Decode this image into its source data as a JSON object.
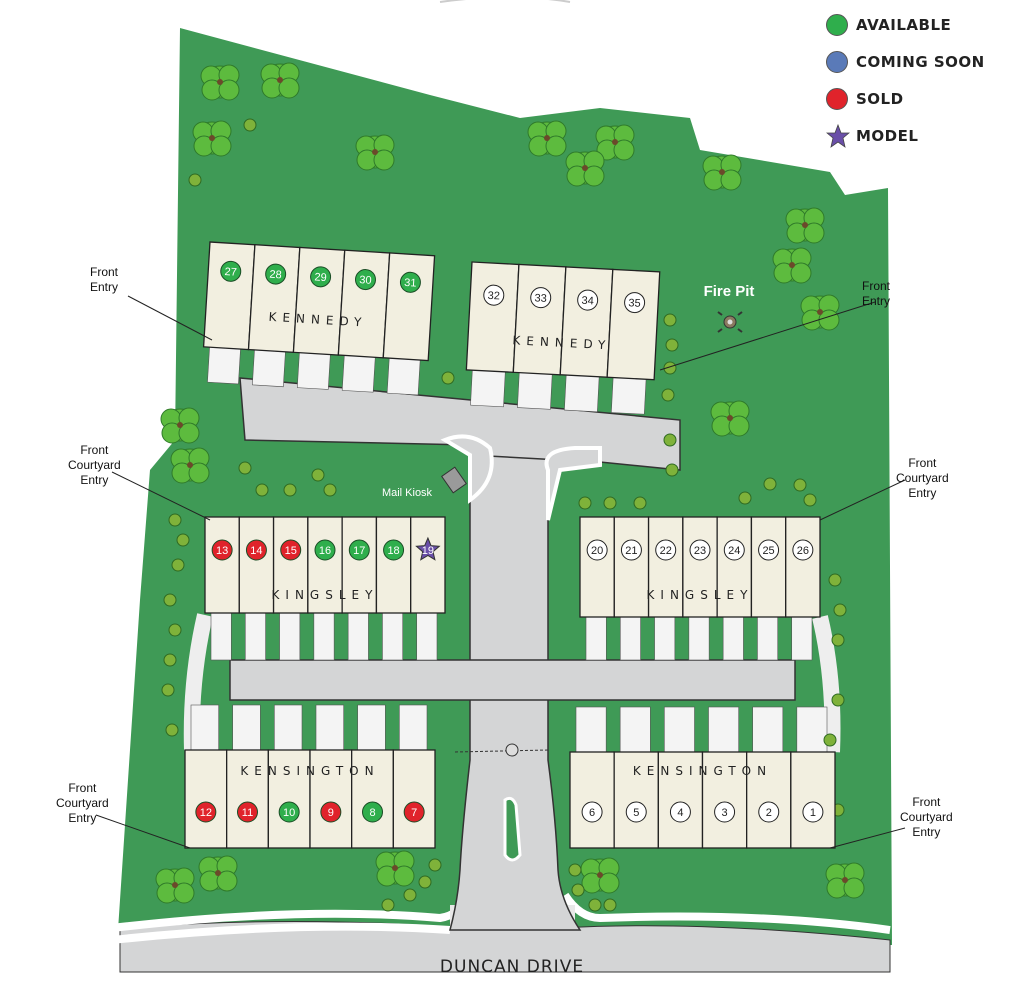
{
  "legend": [
    {
      "label": "AVAILABLE",
      "status": "available"
    },
    {
      "label": "COMING SOON",
      "status": "coming_soon"
    },
    {
      "label": "SOLD",
      "status": "sold"
    },
    {
      "label": "MODEL",
      "status": "model"
    }
  ],
  "colors": {
    "available": "#2fae4c",
    "coming_soon": "#5a7ab8",
    "sold": "#e0232b",
    "model": "#6a4fa8",
    "grass": "#3f9a56",
    "building": "#f2efe0",
    "road": "#d4d5d6"
  },
  "labels": {
    "front_entry_left": "Front\nEntry",
    "front_entry_right": "Front\nEntry",
    "courtyard_mid_left": "Front\nCourtyard\nEntry",
    "courtyard_mid_right": "Front\nCourtyard\nEntry",
    "courtyard_bottom_left": "Front\nCourtyard\nEntry",
    "courtyard_bottom_right": "Front\nCourtyard\nEntry",
    "fire_pit": "Fire Pit",
    "mail_kiosk": "Mail Kiosk",
    "street": "DUNCAN DRIVE"
  },
  "buildings": [
    {
      "name": "KENNEDY",
      "units": [
        {
          "number": "27",
          "status": "available"
        },
        {
          "number": "28",
          "status": "available"
        },
        {
          "number": "29",
          "status": "available"
        },
        {
          "number": "30",
          "status": "available"
        },
        {
          "number": "31",
          "status": "available"
        }
      ]
    },
    {
      "name": "KENNEDY",
      "units": [
        {
          "number": "32",
          "status": "none"
        },
        {
          "number": "33",
          "status": "none"
        },
        {
          "number": "34",
          "status": "none"
        },
        {
          "number": "35",
          "status": "none"
        }
      ]
    },
    {
      "name": "KINGSLEY",
      "units": [
        {
          "number": "13",
          "status": "sold"
        },
        {
          "number": "14",
          "status": "sold"
        },
        {
          "number": "15",
          "status": "sold"
        },
        {
          "number": "16",
          "status": "available"
        },
        {
          "number": "17",
          "status": "available"
        },
        {
          "number": "18",
          "status": "available"
        },
        {
          "number": "19",
          "status": "model"
        }
      ]
    },
    {
      "name": "KINGSLEY",
      "units": [
        {
          "number": "20",
          "status": "none"
        },
        {
          "number": "21",
          "status": "none"
        },
        {
          "number": "22",
          "status": "none"
        },
        {
          "number": "23",
          "status": "none"
        },
        {
          "number": "24",
          "status": "none"
        },
        {
          "number": "25",
          "status": "none"
        },
        {
          "number": "26",
          "status": "none"
        }
      ]
    },
    {
      "name": "KENSINGTON",
      "units": [
        {
          "number": "12",
          "status": "sold"
        },
        {
          "number": "11",
          "status": "sold"
        },
        {
          "number": "10",
          "status": "available"
        },
        {
          "number": "9",
          "status": "sold"
        },
        {
          "number": "8",
          "status": "available"
        },
        {
          "number": "7",
          "status": "sold"
        }
      ]
    },
    {
      "name": "KENSINGTON",
      "units": [
        {
          "number": "6",
          "status": "none"
        },
        {
          "number": "5",
          "status": "none"
        },
        {
          "number": "4",
          "status": "none"
        },
        {
          "number": "3",
          "status": "none"
        },
        {
          "number": "2",
          "status": "none"
        },
        {
          "number": "1",
          "status": "none"
        }
      ]
    }
  ]
}
